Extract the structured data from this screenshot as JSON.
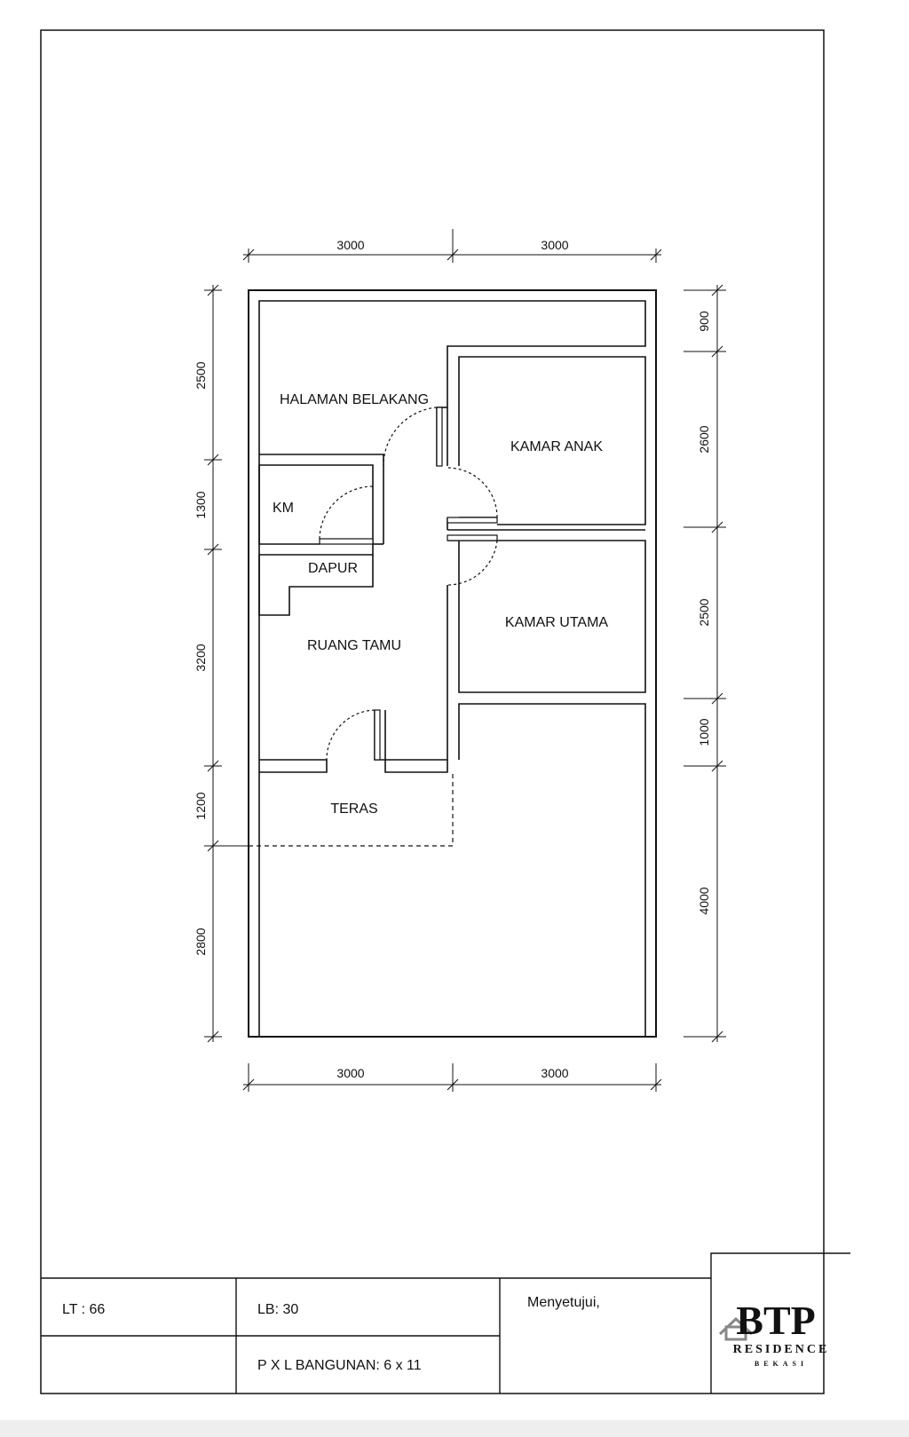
{
  "rooms": {
    "halaman_belakang": "HALAMAN BELAKANG",
    "kamar_anak": "KAMAR ANAK",
    "km": "KM",
    "dapur": "DAPUR",
    "kamar_utama": "KAMAR UTAMA",
    "ruang_tamu": "RUANG TAMU",
    "teras": "TERAS"
  },
  "dimensions": {
    "top": [
      "3000",
      "3000"
    ],
    "bottom": [
      "3000",
      "3000"
    ],
    "left": [
      "2500",
      "1300",
      "3200",
      "1200",
      "2800"
    ],
    "right": [
      "900",
      "2600",
      "2500",
      "1000",
      "4000"
    ]
  },
  "title_block": {
    "lt": "LT : 66",
    "lb": "LB: 30",
    "pxl": "P X L BANGUNAN: 6 x 11",
    "approval": "Menyetujui,"
  },
  "logo": {
    "name": "BTP",
    "line1": "RESIDENCE",
    "line2": "BEKASI"
  }
}
